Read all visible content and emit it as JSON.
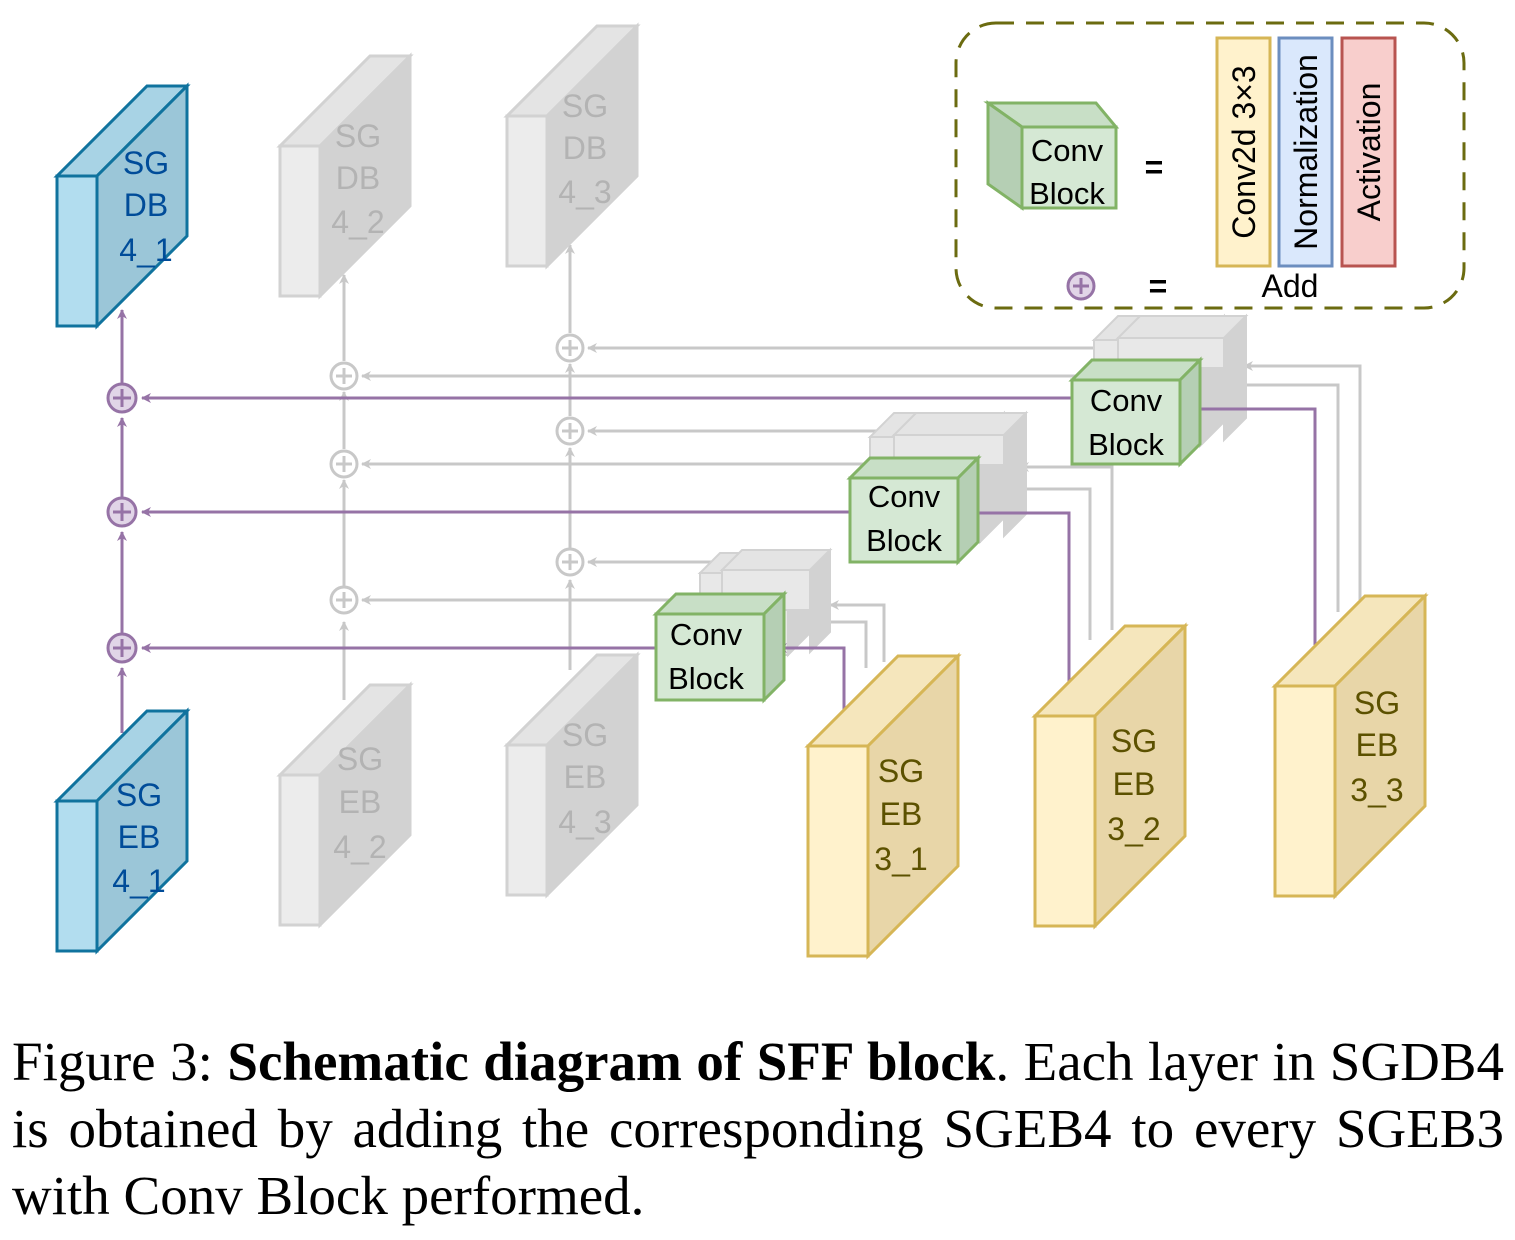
{
  "colors": {
    "purple": "#9673A6",
    "gray_line": "#C8C8C8",
    "gray_block_front": "#ECECEC",
    "gray_block_side": "#D2D2D2",
    "gray_text": "#B3B3B3",
    "blue_front": "#B2DDEF",
    "blue_side": "#9BC6D8",
    "blue_stroke": "#10739E",
    "blue_text": "#004C99",
    "yellow_front": "#FFF2CC",
    "yellow_side": "#E8D6A8",
    "yellow_stroke": "#D6B656",
    "yellow_text": "#5C5100",
    "green_fill": "#D5E8D4",
    "green_side": "#B5CFB4",
    "green_stroke": "#82B366",
    "legend_border": "#6B6B10",
    "norm_fill": "#DAE8FC",
    "norm_stroke": "#6C8EBF",
    "act_fill": "#F8CECC",
    "act_stroke": "#B85450"
  },
  "blocks": {
    "db4_1": [
      "SG",
      "DB",
      "4_1"
    ],
    "db4_2": [
      "SG",
      "DB",
      "4_2"
    ],
    "db4_3": [
      "SG",
      "DB",
      "4_3"
    ],
    "eb4_1": [
      "SG",
      "EB",
      "4_1"
    ],
    "eb4_2": [
      "SG",
      "EB",
      "4_2"
    ],
    "eb4_3": [
      "SG",
      "EB",
      "4_3"
    ],
    "eb3_1": [
      "SG",
      "EB",
      "3_1"
    ],
    "eb3_2": [
      "SG",
      "EB",
      "3_2"
    ],
    "eb3_3": [
      "SG",
      "EB",
      "3_3"
    ]
  },
  "conv_block": [
    "Conv",
    "Block"
  ],
  "legend": {
    "equals": "=",
    "conv2d": "Conv2d 3×3",
    "normalization": "Normalization",
    "activation": "Activation",
    "add": "Add"
  },
  "caption": {
    "prefix": "Figure 3: ",
    "bold": "Schematic diagram of SFF block",
    "rest": ". Each layer in SGDB4 is obtained by adding the corresponding SGEB4 to every SGEB3 with Conv Block performed."
  }
}
